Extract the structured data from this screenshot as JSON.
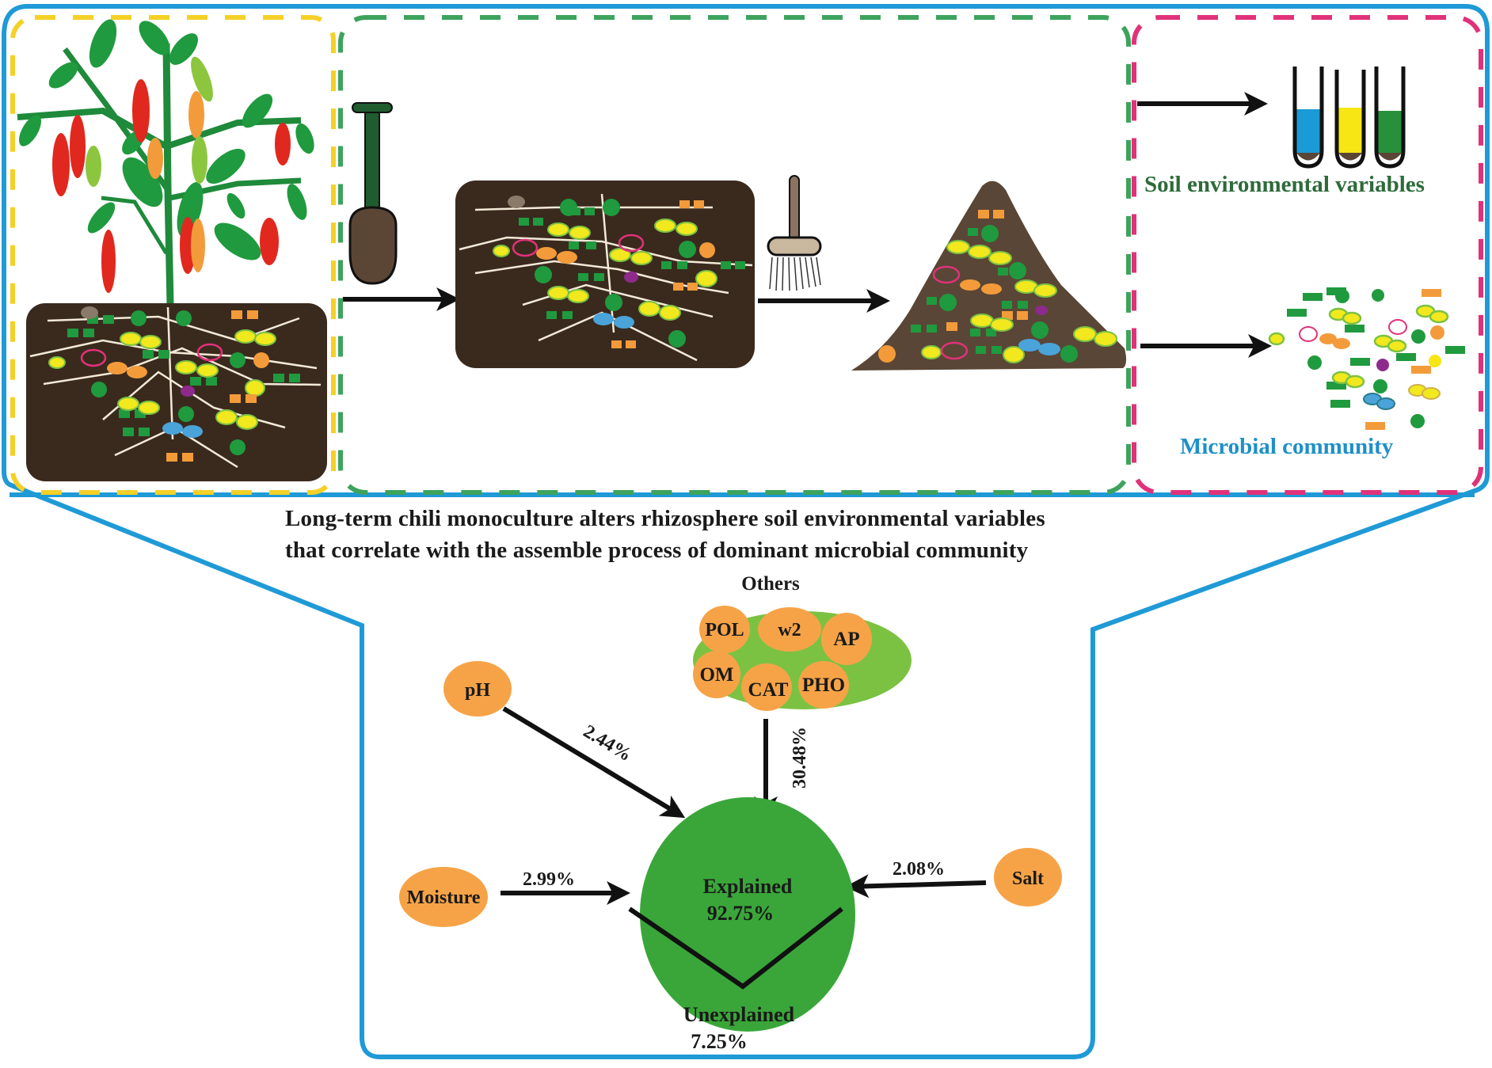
{
  "panels": {
    "soil_env_label": "Soil environmental variables",
    "microbial_label": "Microbial community"
  },
  "caption": {
    "line1": "Long-term chili monoculture alters rhizosphere soil environmental variables",
    "line2": "that correlate with the assemble process of dominant microbial community"
  },
  "colors": {
    "frame_blue": "#1f9ad6",
    "dash_yellow": "#f5d027",
    "dash_green": "#3da35d",
    "dash_pink": "#e0327a",
    "soil_brown": "#3a2a1e",
    "node_orange": "#f6a347",
    "others_green": "#7cc242",
    "explained_green": "#3aa63a",
    "soil_label_green": "#2e6b3a",
    "microbial_label_blue": "#1e90c8"
  },
  "diagram": {
    "others_title": "Others",
    "others_items": [
      "POL",
      "w2",
      "AP",
      "OM",
      "CAT",
      "PHO"
    ],
    "nodes": [
      {
        "id": "pH",
        "label": "pH",
        "contribution": "2.44%"
      },
      {
        "id": "others",
        "label": "Others",
        "contribution": "30.48%"
      },
      {
        "id": "moisture",
        "label": "Moisture",
        "contribution": "2.99%"
      },
      {
        "id": "salt",
        "label": "Salt",
        "contribution": "2.08%"
      }
    ],
    "explained_label": "Explained",
    "explained_value": "92.75%",
    "unexplained_label": "Unexplained",
    "unexplained_value": "7.25%"
  }
}
